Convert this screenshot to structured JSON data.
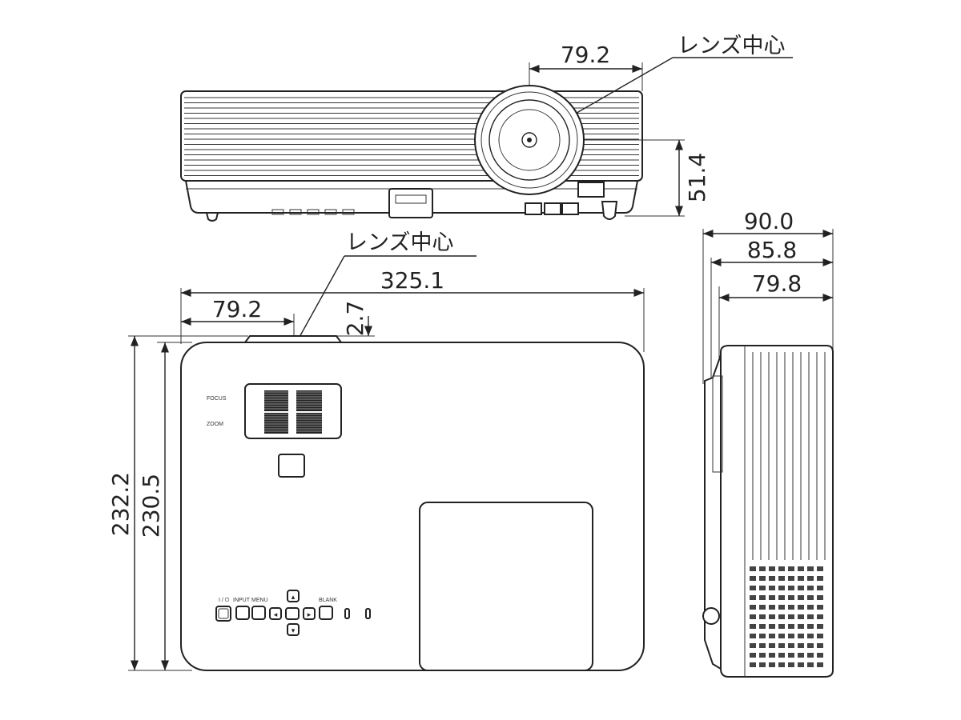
{
  "callouts": {
    "lens_center_top": "レンズ中心",
    "lens_center_plan": "レンズ中心"
  },
  "dimensions": {
    "front_lens_offset": "79.2",
    "front_lens_height": "51.4",
    "total_width": "325.1",
    "plan_lens_offset": "79.2",
    "lens_protrusion": "2.7",
    "total_depth": "232.2",
    "body_depth": "230.5",
    "side_height_1": "90.0",
    "side_height_2": "85.8",
    "side_height_3": "79.8"
  },
  "panel_labels": {
    "focus": "FOCUS",
    "zoom": "ZOOM",
    "power": "I / ⏻",
    "input": "INPUT",
    "menu": "MENU",
    "blank": "BLANK"
  }
}
